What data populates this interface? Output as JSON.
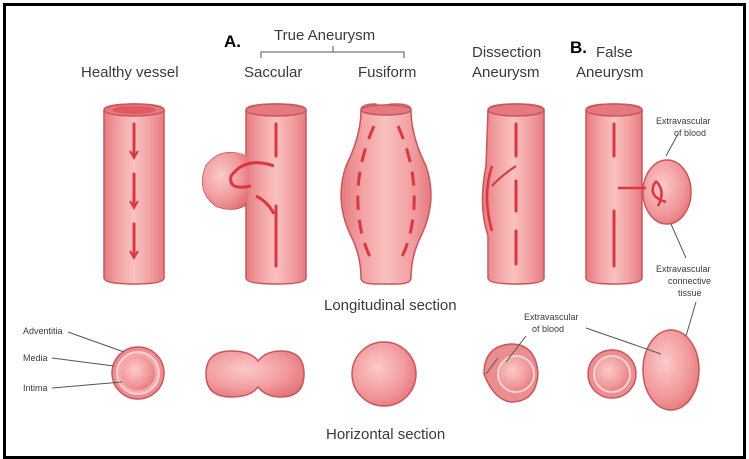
{
  "markers": {
    "a": "A.",
    "b": "B."
  },
  "headers": {
    "true_aneurysm": "True Aneurysm",
    "healthy": "Healthy vessel",
    "saccular": "Saccular",
    "fusiform": "Fusiform",
    "dissection_line1": "Dissection",
    "dissection_line2": "Aneurysm",
    "false_line1": "False",
    "false_line2": "Aneurysm"
  },
  "sections": {
    "longitudinal": "Longitudinal section",
    "horizontal": "Horizontal section"
  },
  "annotations": {
    "extravascular_blood_1": "Extravascular",
    "extravascular_blood_2": "of blood",
    "connective_1": "Extravascular",
    "connective_2": "connective",
    "connective_3": "tissue",
    "extravascular_blood_b1": "Extravascular",
    "extravascular_blood_b2": "of blood",
    "adventitia": "Adventitia",
    "media": "Media",
    "intima": "Intima"
  },
  "colors": {
    "wall": "#e8868a",
    "lumen": "#f4a9aa",
    "highlight": "#fbd3d2",
    "flow": "#d9383d",
    "outline": "#c9565b"
  }
}
